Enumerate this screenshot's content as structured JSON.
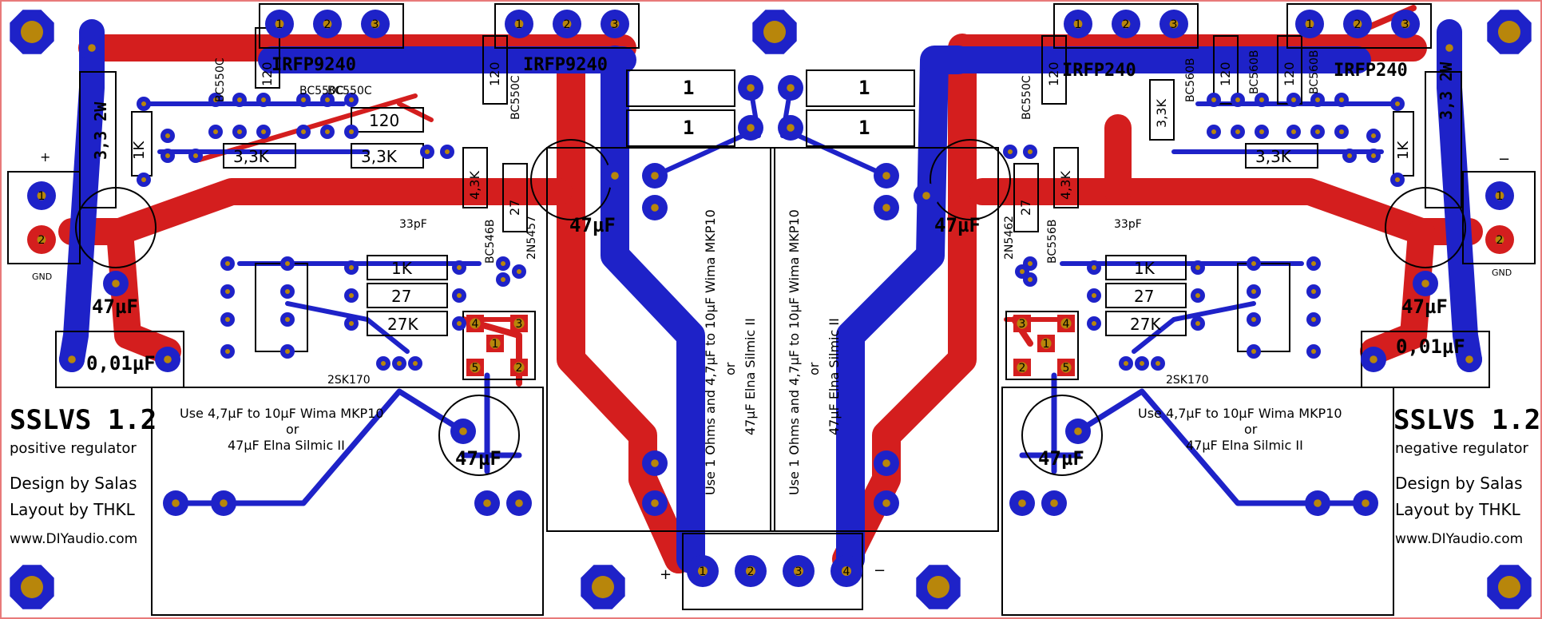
{
  "colors": {
    "top_copper": "#d41e1e",
    "bottom_copper": "#1e22c8",
    "pad_drill": "#b8860b",
    "silk": "#000000",
    "board_edge": "#e87a7a"
  },
  "title_left": {
    "name": "SSLVS 1.2",
    "subtitle": "positive regulator",
    "design": "Design by Salas",
    "layout": "Layout by THKL",
    "url": "www.DIYaudio.com"
  },
  "title_right": {
    "name": "SSLVS 1.2",
    "subtitle": "negative regulator",
    "design": "Design by Salas",
    "layout": "Layout by THKL",
    "url": "www.DIYaudio.com"
  },
  "notes": {
    "cap_note_1": "Use 4,7µF to 10µF Wima MKP10",
    "cap_note_or": "or",
    "cap_note_2": "47µF Elna Silmic II",
    "center_note_1": "Use 1 Ohms and 4,7µF to 10µF Wima MKP10",
    "center_note_or": "or",
    "center_note_2": "47µF Elna Silmic II"
  },
  "parts": {
    "irfp9240": "IRFP9240",
    "irfp240": "IRFP240",
    "r_3w3": "3,3 2W",
    "r_1k": "1K",
    "r_3k3": "3,3K",
    "r_120": "120",
    "r_4k3": "4,3K",
    "r_27": "27",
    "r_27k": "27K",
    "r_1": "1",
    "bc550c": "BC550C",
    "bc560b": "BC560B",
    "bc546b": "BC546B",
    "bc556b": "BC556B",
    "n2n5457": "2N5457",
    "n2n5462": "2N5462",
    "n2sk170": "2SK170",
    "c47": "47µF",
    "c001": "0,01µF",
    "c33p": "33pF"
  },
  "terminals": {
    "plus": "+",
    "minus": "−",
    "gnd": "GND",
    "pins": [
      "1",
      "2",
      "3",
      "4"
    ],
    "pins3": [
      "1",
      "2",
      "3"
    ],
    "pins5": [
      "1",
      "2",
      "3",
      "4",
      "5"
    ]
  }
}
